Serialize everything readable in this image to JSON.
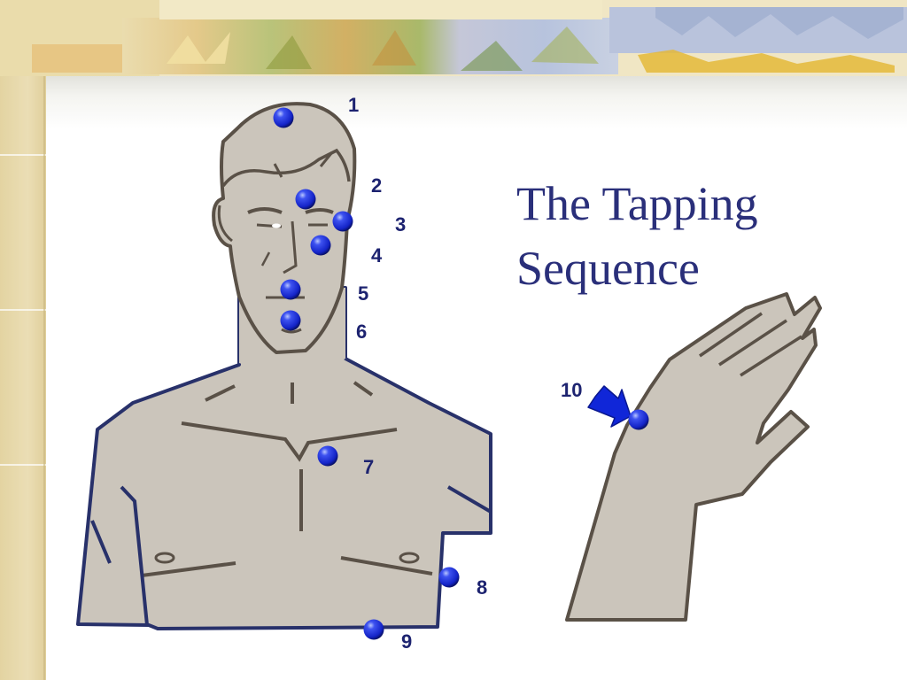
{
  "title": {
    "line1": "The Tapping",
    "line2": "Sequence"
  },
  "points": [
    {
      "label": "1"
    },
    {
      "label": "2"
    },
    {
      "label": "3"
    },
    {
      "label": "4"
    },
    {
      "label": "5"
    },
    {
      "label": "6"
    },
    {
      "label": "7"
    },
    {
      "label": "8"
    },
    {
      "label": "9"
    },
    {
      "label": "10"
    }
  ],
  "colors": {
    "title_text": "#2a2f7a",
    "label_text": "#1d2370",
    "skin_fill": "#cbc5bb",
    "outline": "#5a5147",
    "body_outline": "#28316a",
    "dot_blue": "#1a2ee0",
    "arrow_blue": "#1026d8"
  },
  "icons": {
    "tap_point": "blue-sphere-icon",
    "direction": "arrow-right-icon"
  }
}
